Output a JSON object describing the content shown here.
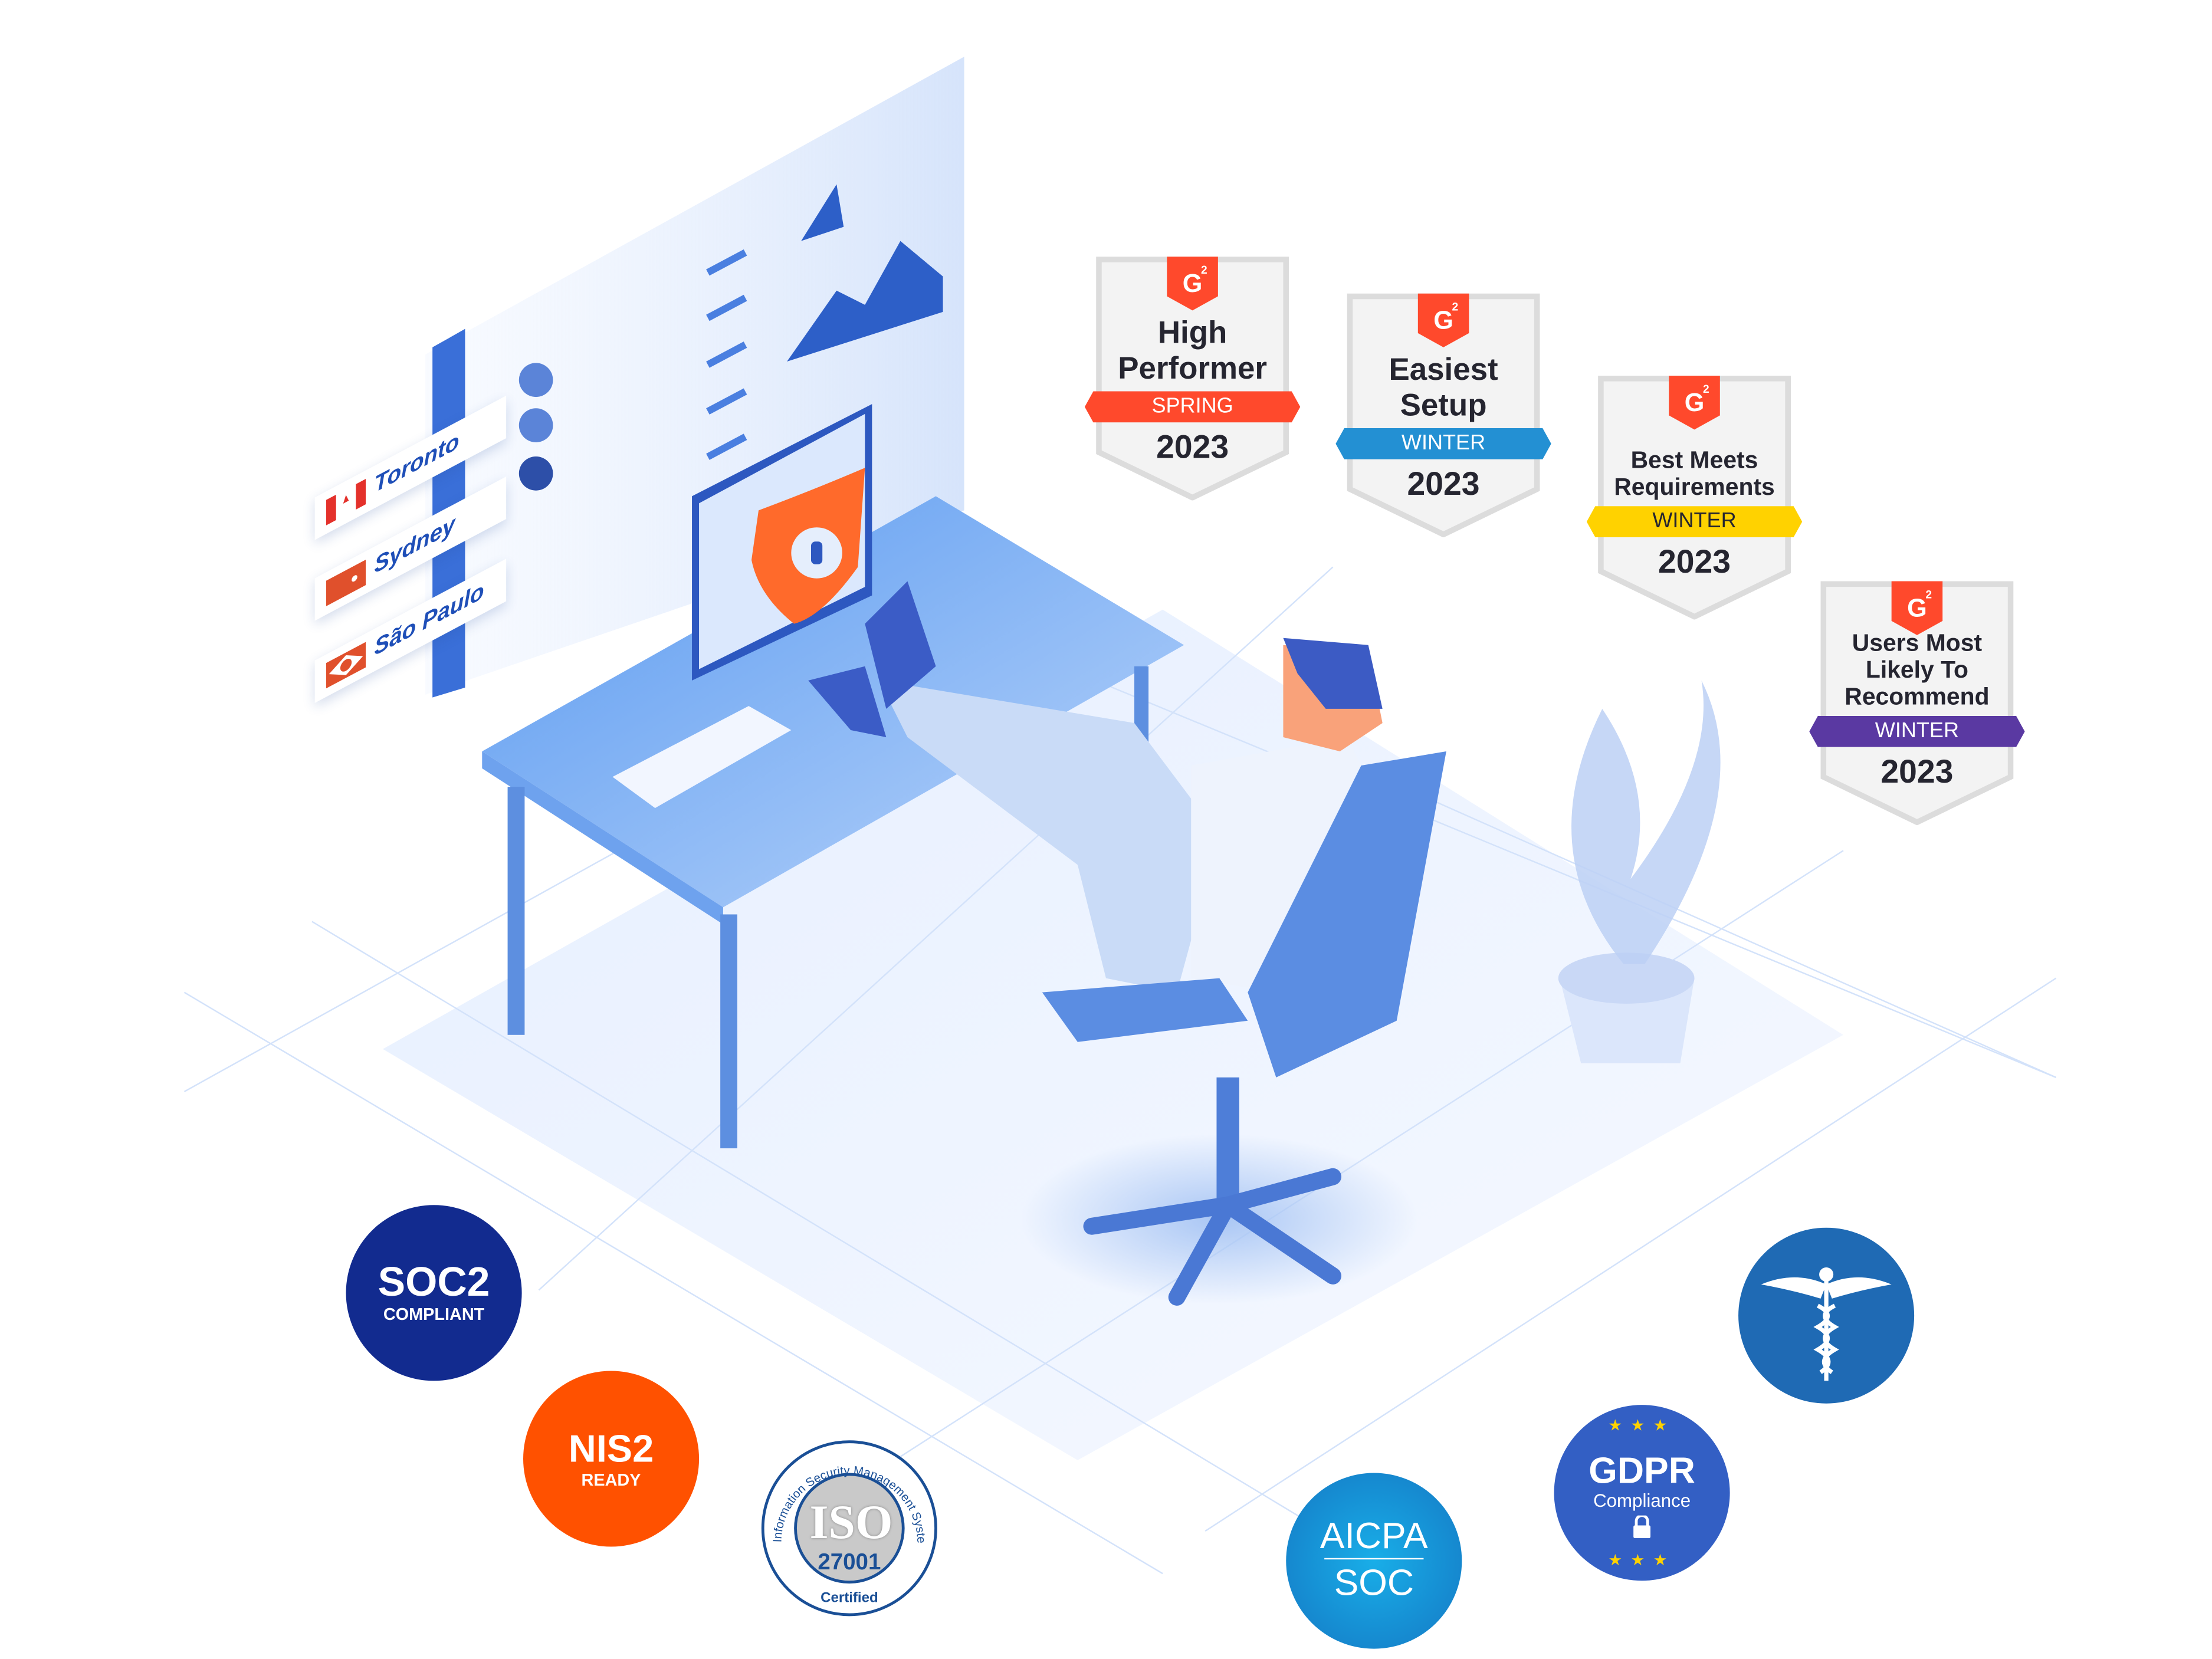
{
  "illustration": {
    "cities": [
      {
        "name": "Toronto",
        "flag": "canada-flag-icon"
      },
      {
        "name": "Sydney",
        "flag": "australia-flag-icon"
      },
      {
        "name": "São Paulo",
        "flag": "brazil-flag-icon"
      }
    ]
  },
  "badges": [
    {
      "logo": "G2",
      "title_lines": [
        "High",
        "Performer"
      ],
      "season": "SPRING",
      "year": "2023",
      "ribbon_color": "#ff492c",
      "season_text_color": "#ffffff"
    },
    {
      "logo": "G2",
      "title_lines": [
        "Easiest",
        "Setup"
      ],
      "season": "WINTER",
      "year": "2023",
      "ribbon_color": "#2390d3",
      "season_text_color": "#ffffff"
    },
    {
      "logo": "G2",
      "title_lines": [
        "Best Meets",
        "Requirements"
      ],
      "season": "WINTER",
      "year": "2023",
      "ribbon_color": "#ffd200",
      "season_text_color": "#252530"
    },
    {
      "logo": "G2",
      "title_lines": [
        "Users Most",
        "Likely To",
        "Recommend"
      ],
      "season": "WINTER",
      "year": "2023",
      "ribbon_color": "#5a39a2",
      "season_text_color": "#ffffff"
    }
  ],
  "certifications": {
    "soc2": {
      "title": "SOC2",
      "subtitle": "COMPLIANT",
      "color": "#122b8f"
    },
    "nis2": {
      "title": "NIS2",
      "subtitle": "READY",
      "color": "#ff5100"
    },
    "iso": {
      "ring_text": "Information Security Management System",
      "title": "ISO",
      "number": "27001",
      "bottom": "Certified",
      "color": "#1a4f96"
    },
    "aicpa": {
      "title": "AICPA",
      "subtitle": "SOC",
      "color": "#1596d8"
    },
    "gdpr": {
      "title": "GDPR",
      "subtitle": "Compliance",
      "icon": "lock-icon",
      "color": "#335fc4"
    },
    "hipaa": {
      "icon": "caduceus-icon",
      "color": "#1f6ab4"
    }
  }
}
